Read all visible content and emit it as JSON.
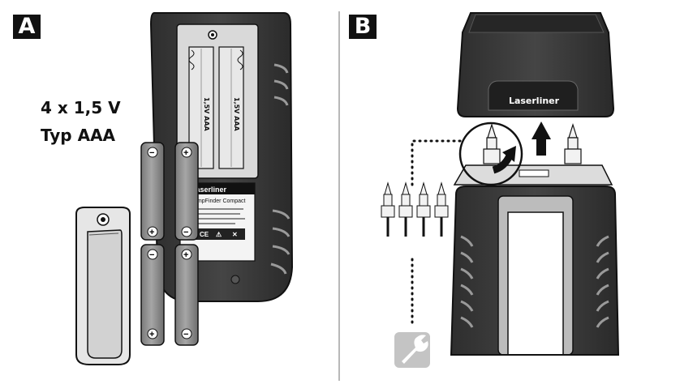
{
  "panels": {
    "a": {
      "label": "A",
      "battery_count_text": "4 x 1,5 V",
      "battery_type_text": "Typ AAA"
    },
    "b": {
      "label": "B",
      "brand_logo_text": "Laserliner"
    }
  },
  "device_label_lines": [
    "Laserliner",
    "DampFinder Compact"
  ],
  "battery_marks": {
    "plus": "+",
    "minus": "−",
    "compartment_text": "1,5V AAA"
  },
  "colors": {
    "ink": "#111111",
    "device_body": "#3a3a3a",
    "battery": "#8c8c8c",
    "light_gray": "#bfbfbf"
  },
  "icons": [
    "wrench-icon",
    "rotate-arrow-icon",
    "up-arrow-icon",
    "plus-icon",
    "minus-icon"
  ]
}
